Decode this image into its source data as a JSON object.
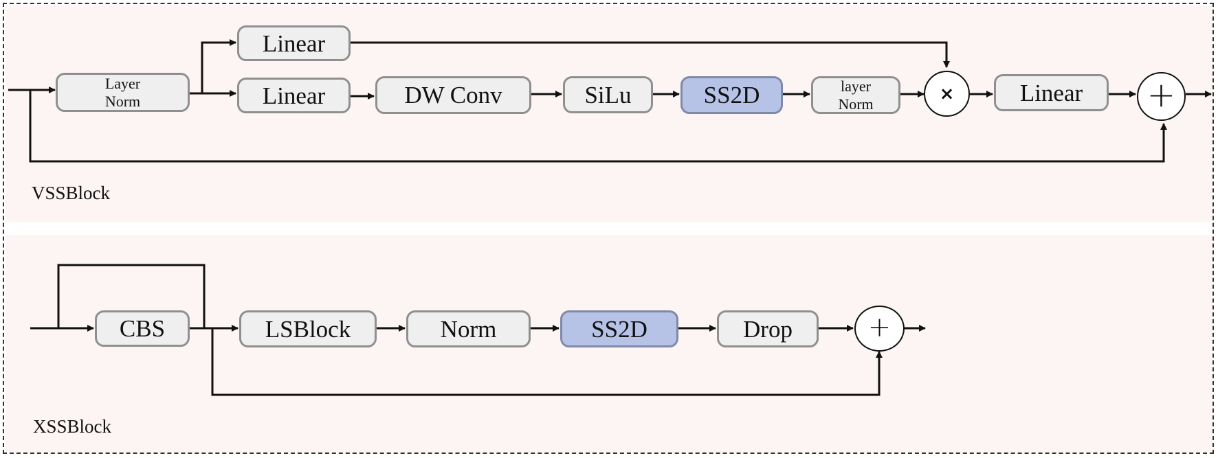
{
  "vss": {
    "caption": "VSSBlock",
    "layer_norm_1": [
      "Layer",
      "Norm"
    ],
    "linear_top": "Linear",
    "linear_main": "Linear",
    "dwconv": "DW Conv",
    "silu": "SiLu",
    "ss2d": "SS2D",
    "layer_norm_2": [
      "layer",
      "Norm"
    ],
    "multiply_symbol": "×",
    "linear_out": "Linear",
    "add_symbol": "+"
  },
  "xss": {
    "caption": "XSSBlock",
    "cbs": "CBS",
    "lsblock": "LSBlock",
    "norm": "Norm",
    "ss2d": "SS2D",
    "drop": "Drop",
    "add_symbol": "+"
  },
  "colors": {
    "box_fill": "#efefef",
    "box_border": "#8f8f8f",
    "highlight_fill": "#b7c3e6",
    "panel_fill": "#fdf4f4"
  }
}
